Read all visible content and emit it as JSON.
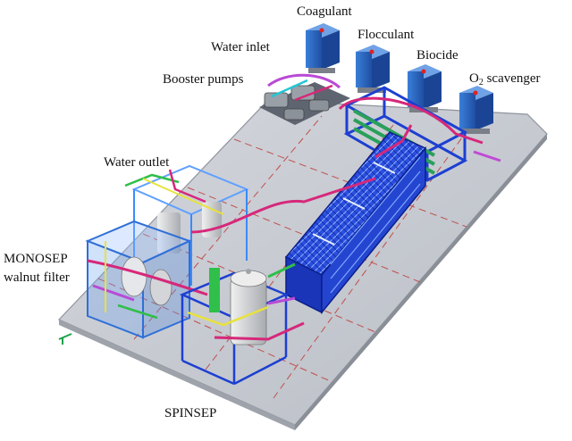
{
  "diagram": {
    "labels": {
      "coagulant": "Coagulant",
      "water_inlet": "Water inlet",
      "flocculant": "Flocculant",
      "biocide": "Biocide",
      "booster_pumps": "Booster pumps",
      "o2_scavenger_prefix": "O",
      "o2_scavenger_subscript": "2",
      "o2_scavenger_suffix": " scavenger",
      "water_outlet": "Water outlet",
      "monosep_line1": "MONOSEP",
      "monosep_line2": "walnut filter",
      "spinsep": "SPINSEP"
    },
    "colors": {
      "platform": "#c9ccd3",
      "platform_edge": "#8f949c",
      "gridline": "#c0504d",
      "tank_blue": "#2b6cc4",
      "frame_blue": "#1d3fd1",
      "pipe_magenta": "#d6287a",
      "pipe_yellow": "#e8e23a",
      "pipe_green": "#2fbf4a",
      "vessel_grey": "#d9dadc"
    }
  }
}
